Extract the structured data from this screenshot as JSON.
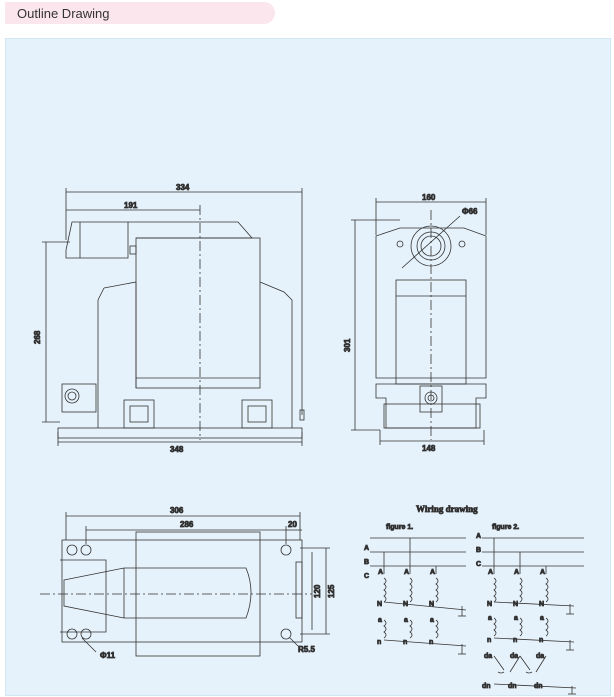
{
  "header": {
    "title": "Outline Drawing"
  },
  "front_view": {
    "dims": {
      "overall_width": "334",
      "left_offset": "191",
      "height": "268",
      "base_width": "348"
    }
  },
  "side_view": {
    "dims": {
      "width": "160",
      "bore": "Φ66",
      "height": "301",
      "base_width": "148"
    }
  },
  "top_view": {
    "dims": {
      "length": "306",
      "hole_spacing": "286",
      "end_offset": "20",
      "inner_width": "120",
      "outer_width": "125",
      "hole_dia": "Φ11",
      "radius": "R5.5"
    }
  },
  "wiring": {
    "title": "Wiring drawing",
    "figure1": "figure 1.",
    "figure2": "figure 2.",
    "lines": [
      "A",
      "B",
      "C"
    ],
    "primary_a": "A",
    "primary_n": "N",
    "secondary_a": "a",
    "secondary_n": "n",
    "residual_a": "da",
    "residual_n": "dn"
  }
}
